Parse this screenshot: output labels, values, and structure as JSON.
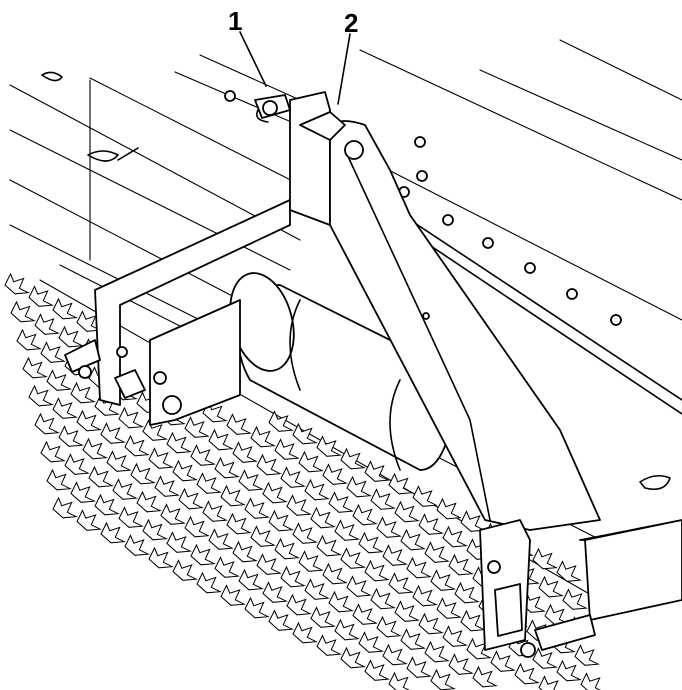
{
  "callouts": [
    {
      "id": 1,
      "label": "1"
    },
    {
      "id": 2,
      "label": "2"
    }
  ],
  "colors": {
    "line": "#000000",
    "background": "#ffffff"
  }
}
